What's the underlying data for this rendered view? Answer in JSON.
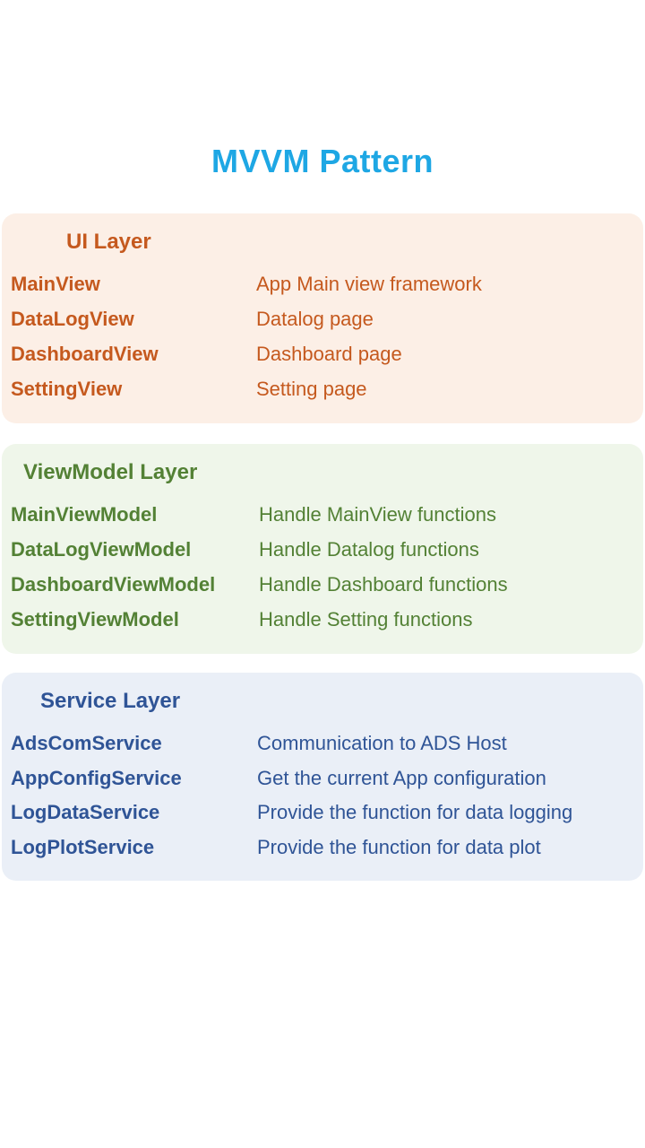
{
  "title": "MVVM Pattern",
  "colors": {
    "title": "#1ea7e4",
    "ui": "#c5591e",
    "ui_bg": "#fcefe6",
    "viewmodel": "#538135",
    "viewmodel_bg": "#eff6ea",
    "service": "#2f5496",
    "service_bg": "#eaeff7"
  },
  "layers": [
    {
      "title": "UI Layer",
      "rows": [
        {
          "name": "MainView",
          "desc": "App Main view framework"
        },
        {
          "name": "DataLogView",
          "desc": "Datalog page"
        },
        {
          "name": "DashboardView",
          "desc": "Dashboard page"
        },
        {
          "name": "SettingView",
          "desc": "Setting page"
        }
      ]
    },
    {
      "title": "ViewModel Layer",
      "rows": [
        {
          "name": "MainViewModel",
          "desc": "Handle MainView functions"
        },
        {
          "name": "DataLogViewModel",
          "desc": "Handle Datalog functions"
        },
        {
          "name": "DashboardViewModel",
          "desc": "Handle Dashboard functions"
        },
        {
          "name": "SettingViewModel",
          "desc": "Handle Setting functions"
        }
      ]
    },
    {
      "title": "Service Layer",
      "rows": [
        {
          "name": "AdsComService",
          "desc": "Communication to ADS Host"
        },
        {
          "name": "AppConfigService",
          "desc": "Get the current App configuration"
        },
        {
          "name": "LogDataService",
          "desc": "Provide the function for data logging"
        },
        {
          "name": "LogPlotService",
          "desc": "Provide the function for data plot"
        }
      ]
    }
  ]
}
